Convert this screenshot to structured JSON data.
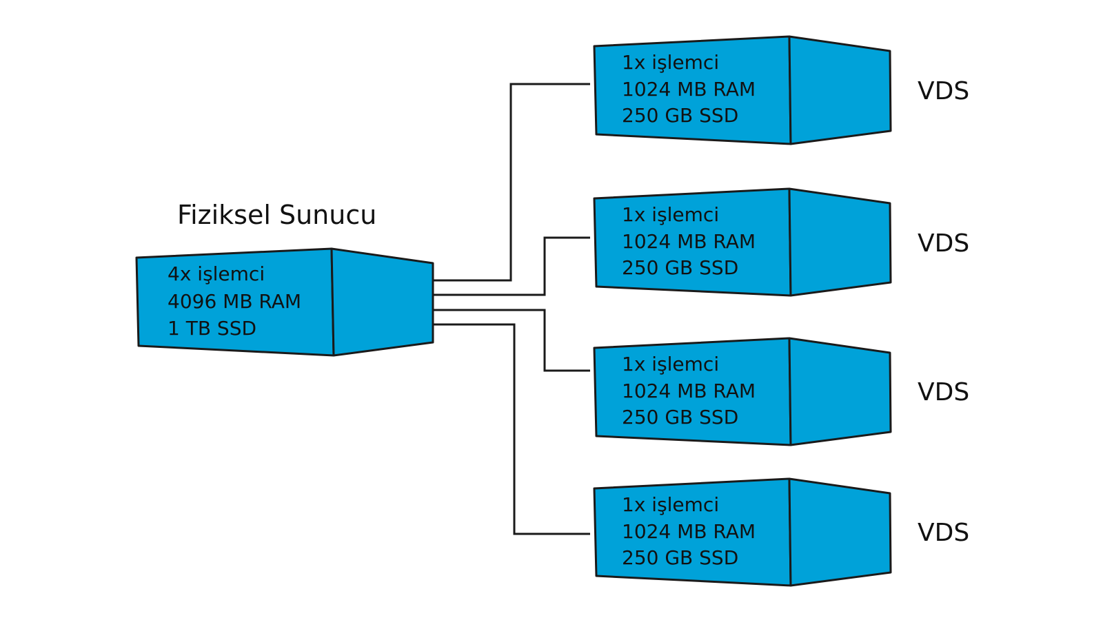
{
  "physical_server": {
    "title": "Fiziksel Sunucu",
    "cpu": "4x işlemci",
    "ram": "4096 MB RAM",
    "disk": "1 TB SSD"
  },
  "vds_servers": [
    {
      "label": "VDS",
      "cpu": "1x işlemci",
      "ram": "1024 MB RAM",
      "disk": "250 GB SSD"
    },
    {
      "label": "VDS",
      "cpu": "1x işlemci",
      "ram": "1024 MB RAM",
      "disk": "250 GB SSD"
    },
    {
      "label": "VDS",
      "cpu": "1x işlemci",
      "ram": "1024 MB RAM",
      "disk": "250 GB SSD"
    },
    {
      "label": "VDS",
      "cpu": "1x işlemci",
      "ram": "1024 MB RAM",
      "disk": "250 GB SSD"
    }
  ],
  "colors": {
    "box_fill": "#00a2d9",
    "outline": "#1a1a1a",
    "text": "#111111"
  }
}
